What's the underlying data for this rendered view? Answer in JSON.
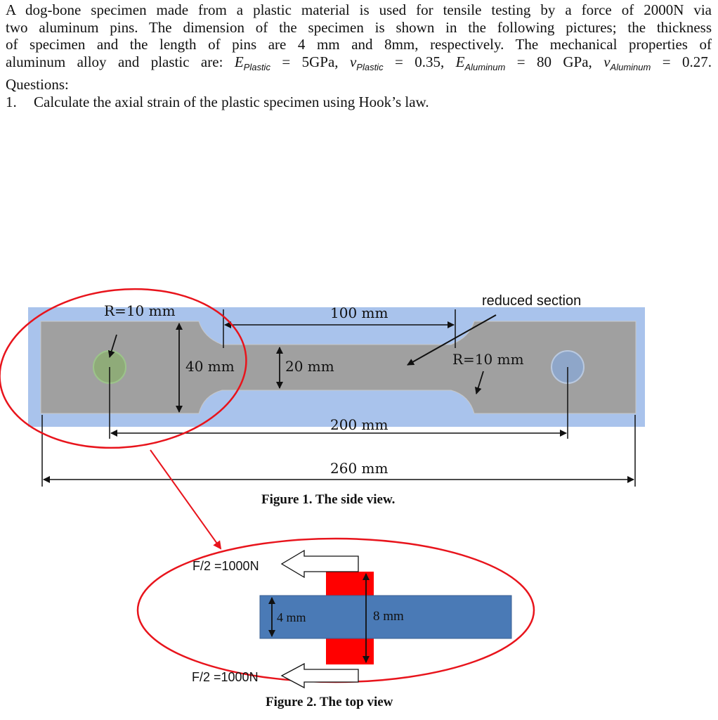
{
  "problem": {
    "line1": "A dog-bone specimen made from a plastic material is used for tensile testing by a force of 2000N via",
    "line2": "two aluminum pins. The dimension of the specimen is shown in the following pictures; the thickness",
    "line3": "of specimen and the length of pins are 4 mm and 8mm, respectively. The mechanical properties of",
    "props": {
      "lead": "aluminum alloy and plastic are: ",
      "e_plastic_sym": "E",
      "e_plastic_sub": "Plastic",
      "e_plastic_val": " = 5GPa, ",
      "nu_plastic_sym": "ν",
      "nu_plastic_sub": "Plastic",
      "nu_plastic_val": " = 0.35, ",
      "e_al_sym": "E",
      "e_al_sub": "Aluminum",
      "e_al_val": " = 80 GPa, ",
      "nu_al_sym": "ν",
      "nu_al_sub": "Aluminum",
      "nu_al_val": " = 0.27."
    },
    "questions_label": "Questions:",
    "q1_number": "1.",
    "q1_text": "Calculate the axial strain of the plastic specimen using Hook’s law."
  },
  "figure1": {
    "label_r_left": "R=10 mm",
    "label_100": "100 mm",
    "label_reduced": "reduced section",
    "label_40": "40 mm",
    "label_20": "20 mm",
    "label_r_right": "R=10 mm",
    "label_200": "200 mm",
    "label_260": "260 mm",
    "caption": "Figure 1. The side view."
  },
  "figure2": {
    "force_top": "F/2 =1000N",
    "force_bottom": "F/2 =1000N",
    "label_4": "4 mm",
    "label_8": "8 mm",
    "caption": "Figure 2. The top view"
  },
  "colors": {
    "specimen_gray": "#a0a0a0",
    "background_blue": "#a9c3ec",
    "pin_left": "#8fab79",
    "pin_right": "#8ea6c9",
    "ellipse_red": "#e8141c",
    "top_view_blue": "#4a7ab6",
    "pin_red": "#ff0000"
  }
}
